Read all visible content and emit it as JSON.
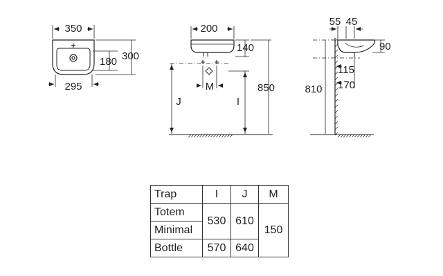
{
  "dimensions": {
    "front_width": "350",
    "front_height": "300",
    "front_inner_depth": "180",
    "front_bottom_width": "295",
    "top_width": "200",
    "top_height": "140",
    "top_spacing": "M",
    "side_offset_a": "55",
    "side_offset_b": "45",
    "side_height": "90",
    "side_depth_a": "115",
    "side_depth_b": "170",
    "height_to_top": "850",
    "height_to_rim": "810",
    "height_i": "I",
    "height_j": "J"
  },
  "table": {
    "headers": [
      "Trap",
      "I",
      "J",
      "M"
    ],
    "rows": [
      {
        "label": "Totem"
      },
      {
        "label": "Minimal"
      },
      {
        "label": "Bottle",
        "i": "570",
        "j": "640"
      }
    ],
    "merged_i": "530",
    "merged_j": "610",
    "merged_m": "150"
  }
}
